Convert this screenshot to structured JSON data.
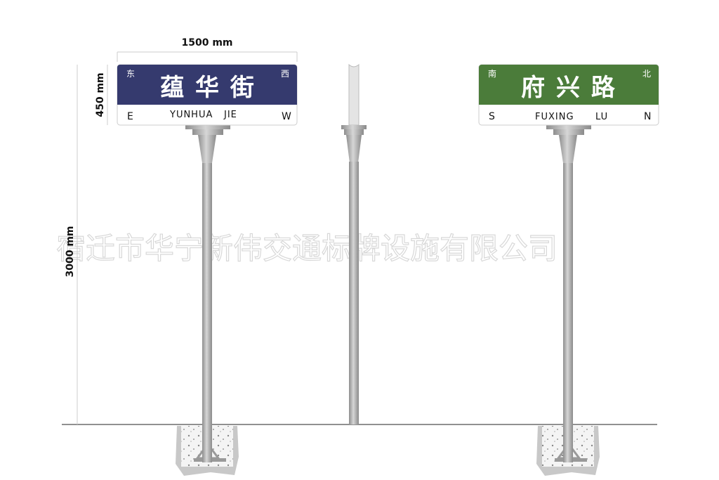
{
  "dimensions": {
    "width": "1500 mm",
    "sign_height": "450 mm",
    "pole_height": "3000 mm"
  },
  "watermark": "宿迁市华宁新伟交通标牌设施有限公司",
  "colors": {
    "blue_sign": "#353a6e",
    "green_sign": "#4b7c3a",
    "pole": "#b8b8b8"
  },
  "left_sign": {
    "name_cn": "蕴 华 街",
    "left_cn": "东",
    "right_cn": "西",
    "left_en": "E",
    "right_en": "W",
    "name_en_1": "YUNHUA",
    "name_en_2": "JIE"
  },
  "right_sign": {
    "name_cn": "府 兴 路",
    "left_cn": "南",
    "right_cn": "北",
    "left_en": "S",
    "right_en": "N",
    "name_en_1": "FUXING",
    "name_en_2": "LU"
  }
}
